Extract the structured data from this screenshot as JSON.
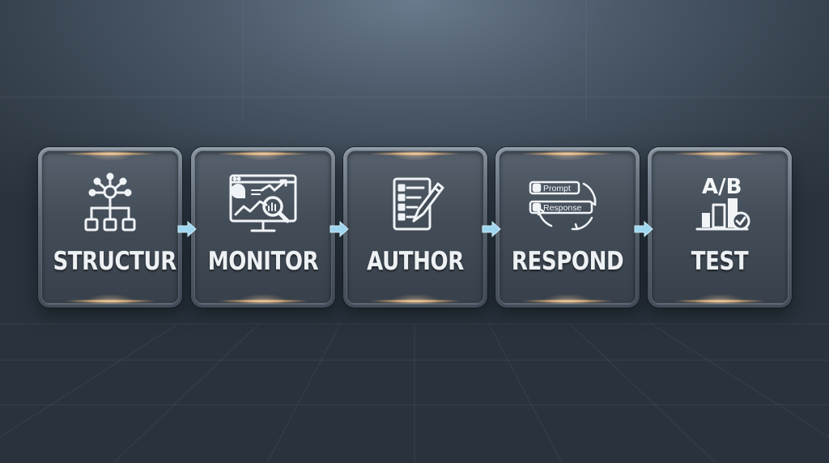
{
  "steps": [
    {
      "label": "STRUCTURE",
      "icon": "hierarchy-network-icon"
    },
    {
      "label": "MONITOR",
      "icon": "analytics-monitor-icon"
    },
    {
      "label": "AUTHOR",
      "icon": "document-pen-icon"
    },
    {
      "label": "RESPOND",
      "icon": "chat-cycle-icon",
      "chips": [
        "Prompt",
        "Response"
      ]
    },
    {
      "label": "TEST",
      "icon": "ab-test-icon",
      "heading": "A/B"
    }
  ],
  "connector_count": 4,
  "colors": {
    "background": "#3e4a57",
    "card": "#434d58",
    "label": "#eef1f4",
    "accent_glow": "#ffc482",
    "connector": "#9fd6f0"
  }
}
